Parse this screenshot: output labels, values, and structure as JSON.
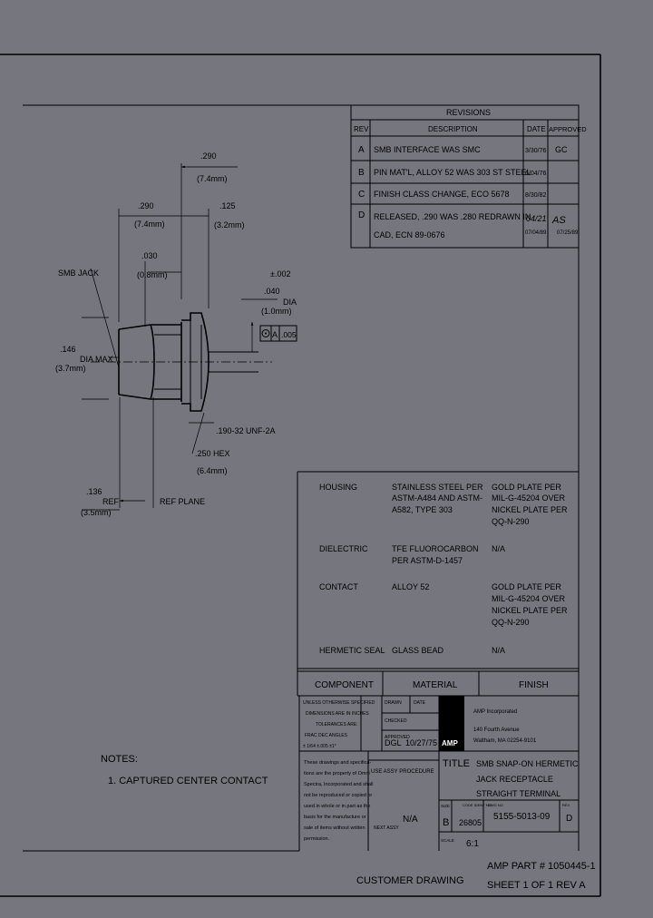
{
  "revisions": {
    "title": "REVISIONS",
    "headers": {
      "rev": "REV",
      "description": "DESCRIPTION",
      "date": "DATE",
      "approved": "APPROVED"
    },
    "rows": [
      {
        "rev": "A",
        "desc1": "SMB INTERFACE WAS SMC",
        "desc2": "",
        "date": "3/30/76",
        "date2": "",
        "approved": "GC",
        "approved2": ""
      },
      {
        "rev": "B",
        "desc1": "PIN MAT'L, ALLOY 52 WAS 303 ST STEEL",
        "desc2": "",
        "date": "6/04/76",
        "date2": "",
        "approved": "",
        "approved2": ""
      },
      {
        "rev": "C",
        "desc1": "FINISH CLASS CHANGE, ECO 5678",
        "desc2": "",
        "date": "8/30/82",
        "date2": "",
        "approved": "",
        "approved2": ""
      },
      {
        "rev": "D",
        "desc1": "RELEASED, .290 WAS .280 REDRAWN IN",
        "desc2": "CAD, ECN 89-0676",
        "date": "04/21",
        "date2": "07/04/89",
        "approved": "AS",
        "approved2": "07/25/89"
      }
    ]
  },
  "dimensions": {
    "d1": ".290",
    "d1mm": "(7.4mm)",
    "d2": ".290",
    "d2mm": "(7.4mm)",
    "d3": ".125",
    "d3mm": "(3.2mm)",
    "d4": ".030",
    "d4mm": "(0.8mm)",
    "tol": "±.002",
    "pin": ".040",
    "pinmm": "(1.0mm)",
    "pin_dia": "DIA",
    "fcf_ref": "A",
    "fcf_tol": ".005",
    "body": ".146",
    "bodymm": "(3.7mm)",
    "body_dia": "DIA MAX",
    "thread": ".190-32 UNF-2A",
    "hex": ".250 HEX",
    "hexmm": "(6.4mm)",
    "ref": ".136",
    "refmm": "(3.5mm)",
    "ref_word": "REF",
    "ref_plane": "REF PLANE",
    "smb_jack": "SMB JACK"
  },
  "materials": {
    "rows": [
      {
        "component": "HOUSING",
        "material": [
          "STAINLESS STEEL PER",
          "ASTM-A484 AND ASTM-",
          "A582, TYPE 303"
        ],
        "finish": [
          "GOLD PLATE PER",
          "MIL-G-45204 OVER",
          "NICKEL PLATE PER",
          "QQ-N-290"
        ]
      },
      {
        "component": "DIELECTRIC",
        "material": [
          "TFE FLUOROCARBON",
          "PER ASTM-D-1457"
        ],
        "finish": [
          "N/A"
        ]
      },
      {
        "component": "CONTACT",
        "material": [
          "ALLOY 52"
        ],
        "finish": [
          "GOLD PLATE PER",
          "MIL-G-45204 OVER",
          "NICKEL PLATE PER",
          "QQ-N-290"
        ]
      },
      {
        "component": "HERMETIC SEAL",
        "material": [
          "GLASS BEAD"
        ],
        "finish": [
          "N/A"
        ]
      }
    ],
    "headers": {
      "component": "COMPONENT",
      "material": "MATERIAL",
      "finish": "FINISH"
    }
  },
  "title_block": {
    "tolerance_notes": [
      "UNLESS OTHERWISE SPECIFIED",
      "DIMENSIONS ARE IN INCHES",
      "TOLERANCES ARE:",
      "FRAC   DEC   ANGLES",
      "± 1/64   ±.005   ±1°"
    ],
    "drawn_label": "DRAWN",
    "date_label": "DATE",
    "checked_label": "CHECKED",
    "approved_label": "APPROVED",
    "drawn_by": "DGL",
    "drawn_date": "10/27/75",
    "logo": "AMP",
    "company": [
      "AMP Incorporated",
      "140 Fourth Avenue",
      "Waltham, MA 02254-9101"
    ],
    "proprietary": [
      "These drawings and specifica-",
      "tions are the property of Omni",
      "Spectra, Incorporated and shall",
      "not be reproduced or copied or",
      "used in whole or in part as the",
      "basis for the manufacture or",
      "sale of items without written",
      "permission."
    ],
    "use_assy": "USE ASSY PROCEDURE",
    "next_assy_label": "NEXT ASSY",
    "next_assy": "N/A",
    "title_label": "TITLE",
    "title_lines": [
      "SMB SNAP-ON HERMETIC",
      "JACK RECEPTACLE",
      "STRAIGHT TERMINAL"
    ],
    "size_label": "SIZE",
    "size": "B",
    "code_label": "CODE IDENT NO",
    "code": "26805",
    "dwg_label": "DWG NO",
    "dwg": "5155-5013-09",
    "rev_label": "REV",
    "rev": "D",
    "scale_label": "SCALE",
    "scale": "6:1"
  },
  "notes": {
    "title": "NOTES:",
    "item1": "1. CAPTURED CENTER CONTACT"
  },
  "footer": {
    "customer": "CUSTOMER DRAWING",
    "part": "AMP PART # 1050445-1",
    "sheet": "SHEET 1 OF 1  REV A"
  }
}
